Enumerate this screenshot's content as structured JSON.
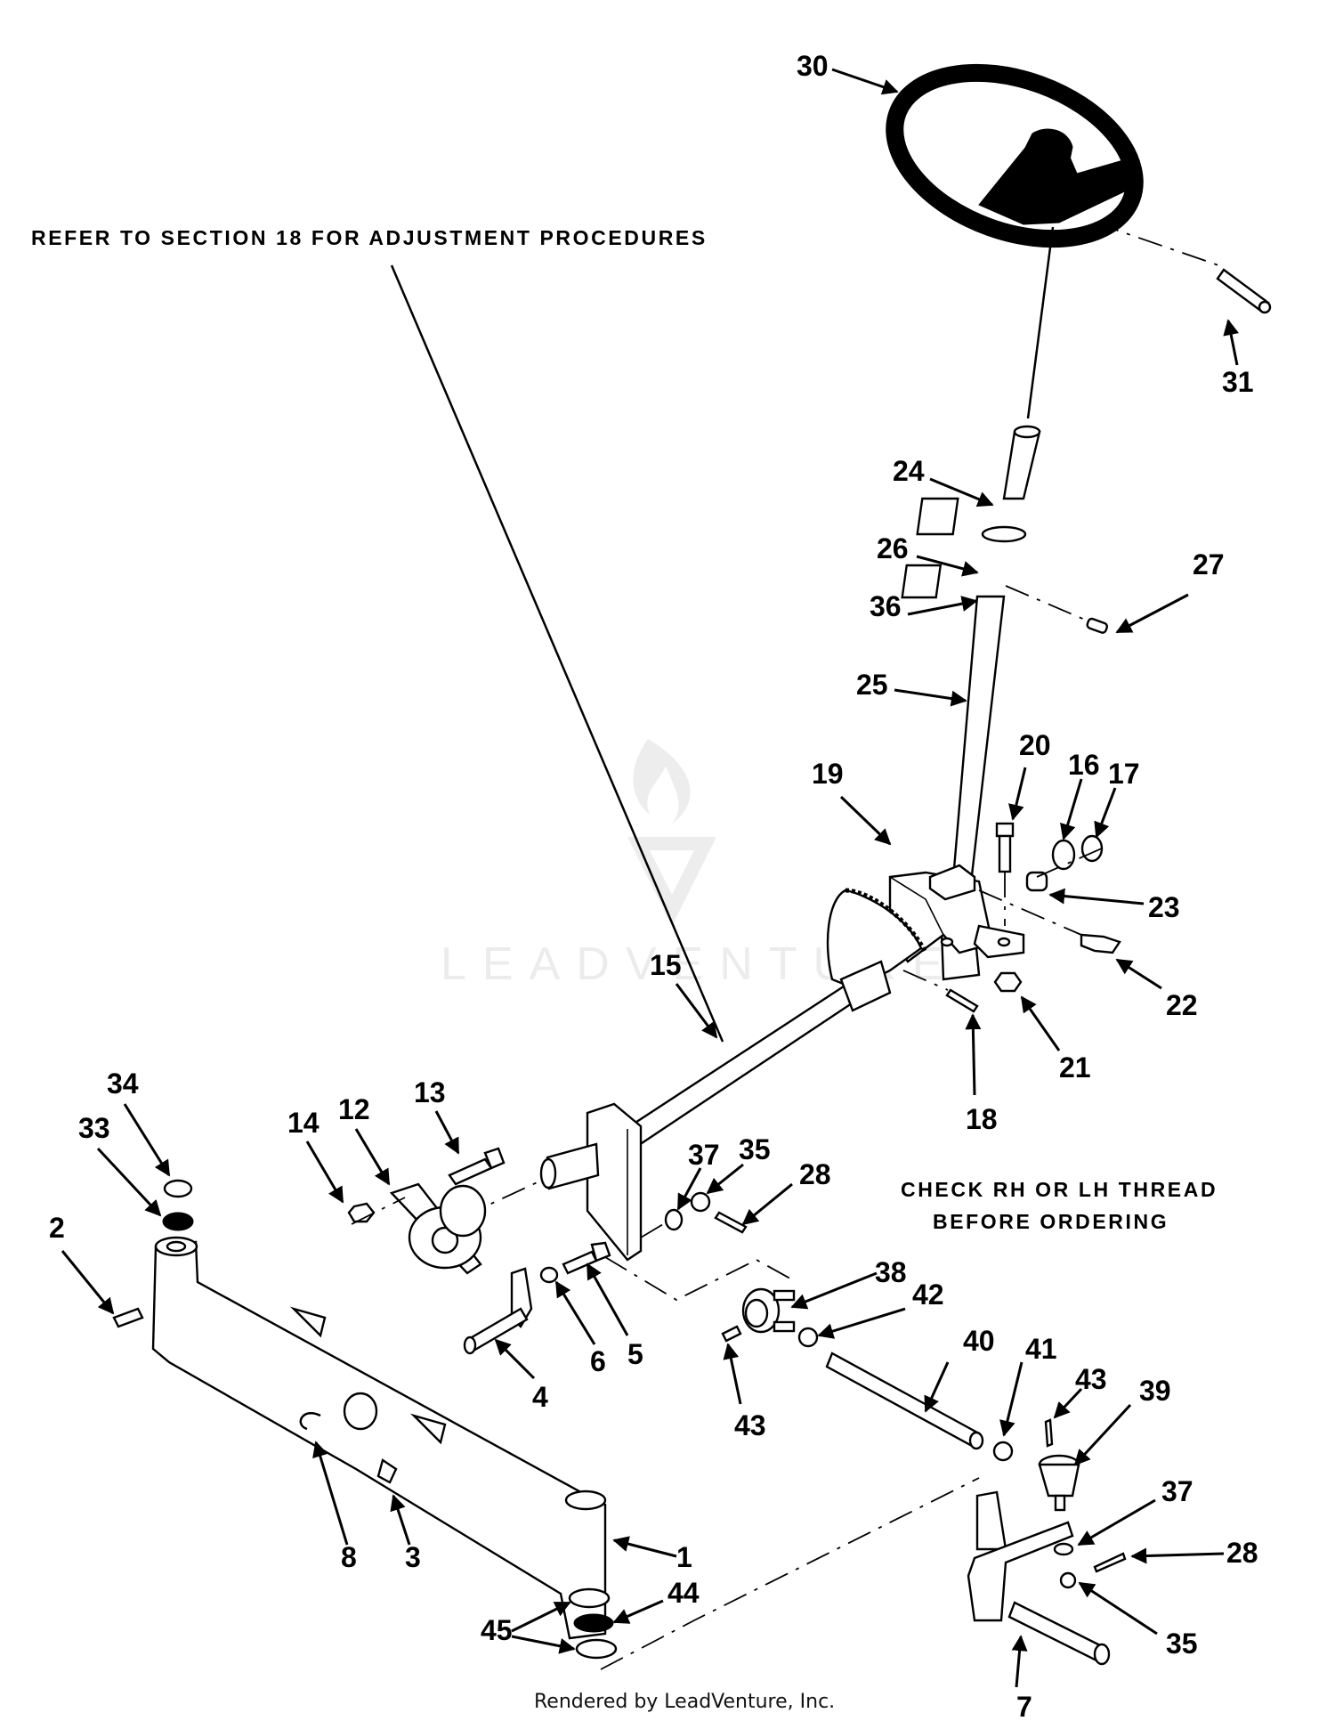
{
  "diagram": {
    "title_note": "REFER TO SECTION 18 FOR ADJUSTMENT PROCEDURES",
    "thread_note": [
      "CHECK RH OR LH THREAD",
      "BEFORE ORDERING"
    ],
    "footer": "Rendered by LeadVenture, Inc.",
    "watermark": "LEADVENTURE",
    "callouts": [
      {
        "id": "30",
        "label": "30",
        "part": "steering-wheel"
      },
      {
        "id": "31",
        "label": "31",
        "part": "roll-pin"
      },
      {
        "id": "24",
        "label": "24",
        "part": "steering-shaft-upper"
      },
      {
        "id": "26",
        "label": "26",
        "part": "bushing"
      },
      {
        "id": "36",
        "label": "36",
        "part": "clamp"
      },
      {
        "id": "27",
        "label": "27",
        "part": "set-screw"
      },
      {
        "id": "25",
        "label": "25",
        "part": "steering-shaft-lower"
      },
      {
        "id": "19",
        "label": "19",
        "part": "steering-bracket"
      },
      {
        "id": "20",
        "label": "20",
        "part": "bolt"
      },
      {
        "id": "16",
        "label": "16",
        "part": "washer"
      },
      {
        "id": "17",
        "label": "17",
        "part": "washer"
      },
      {
        "id": "23",
        "label": "23",
        "part": "spacer"
      },
      {
        "id": "22",
        "label": "22",
        "part": "grease-fitting"
      },
      {
        "id": "21",
        "label": "21",
        "part": "nut"
      },
      {
        "id": "18",
        "label": "18",
        "part": "cotter-pin"
      },
      {
        "id": "15",
        "label": "15",
        "part": "sector-gear-shaft"
      },
      {
        "id": "13",
        "label": "13",
        "part": "bolt"
      },
      {
        "id": "12",
        "label": "12",
        "part": "flange-bearing"
      },
      {
        "id": "14",
        "label": "14",
        "part": "nut"
      },
      {
        "id": "34",
        "label": "34",
        "part": "retaining-ring"
      },
      {
        "id": "33",
        "label": "33",
        "part": "washer"
      },
      {
        "id": "2",
        "label": "2",
        "part": "grease-fitting"
      },
      {
        "id": "37a",
        "label": "37",
        "part": "washer"
      },
      {
        "id": "35a",
        "label": "35",
        "part": "castle-nut"
      },
      {
        "id": "28a",
        "label": "28",
        "part": "cotter-pin"
      },
      {
        "id": "5",
        "label": "5",
        "part": "bolt"
      },
      {
        "id": "6",
        "label": "6",
        "part": "lock-washer"
      },
      {
        "id": "4",
        "label": "4",
        "part": "pivot-pin"
      },
      {
        "id": "38",
        "label": "38",
        "part": "ball-joint-lh"
      },
      {
        "id": "42",
        "label": "42",
        "part": "jam-nut"
      },
      {
        "id": "43a",
        "label": "43",
        "part": "grease-fitting"
      },
      {
        "id": "40",
        "label": "40",
        "part": "drag-link"
      },
      {
        "id": "41",
        "label": "41",
        "part": "jam-nut"
      },
      {
        "id": "43b",
        "label": "43",
        "part": "grease-fitting"
      },
      {
        "id": "39",
        "label": "39",
        "part": "ball-joint-rh"
      },
      {
        "id": "37b",
        "label": "37",
        "part": "washer"
      },
      {
        "id": "28b",
        "label": "28",
        "part": "cotter-pin"
      },
      {
        "id": "35b",
        "label": "35",
        "part": "castle-nut"
      },
      {
        "id": "7",
        "label": "7",
        "part": "spindle"
      },
      {
        "id": "8",
        "label": "8",
        "part": "retaining-ring"
      },
      {
        "id": "3",
        "label": "3",
        "part": "grease-fitting"
      },
      {
        "id": "1",
        "label": "1",
        "part": "front-axle"
      },
      {
        "id": "44",
        "label": "44",
        "part": "thrust-bearing"
      },
      {
        "id": "45",
        "label": "45",
        "part": "thrust-washer"
      }
    ]
  }
}
